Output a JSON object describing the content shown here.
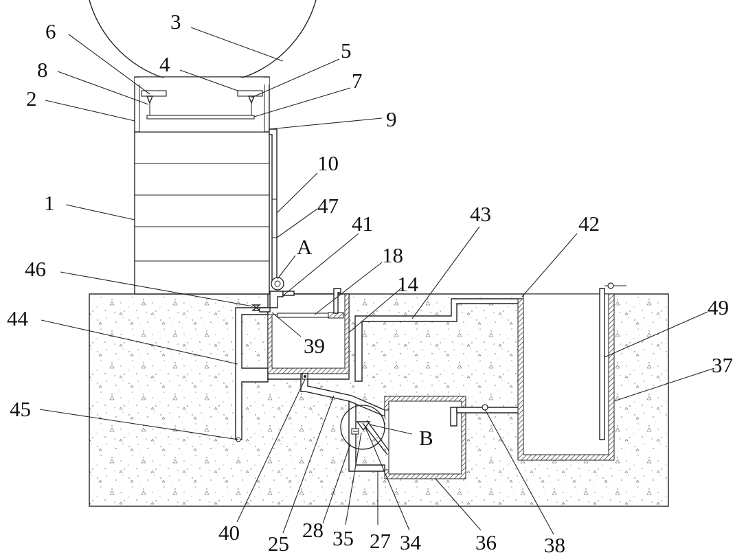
{
  "labels": {
    "l1": "1",
    "l2": "2",
    "l3": "3",
    "l4": "4",
    "l5": "5",
    "l6": "6",
    "l7": "7",
    "l8": "8",
    "l9": "9",
    "l10": "10",
    "l14": "14",
    "l18": "18",
    "l25": "25",
    "l27": "27",
    "l28": "28",
    "l34": "34",
    "l35": "35",
    "l36": "36",
    "l37": "37",
    "l38": "38",
    "l39": "39",
    "l40": "40",
    "l41": "41",
    "l42": "42",
    "l43": "43",
    "l44": "44",
    "l45": "45",
    "l46": "46",
    "l47": "47",
    "l49": "49",
    "lA": "A",
    "lB": "B"
  }
}
